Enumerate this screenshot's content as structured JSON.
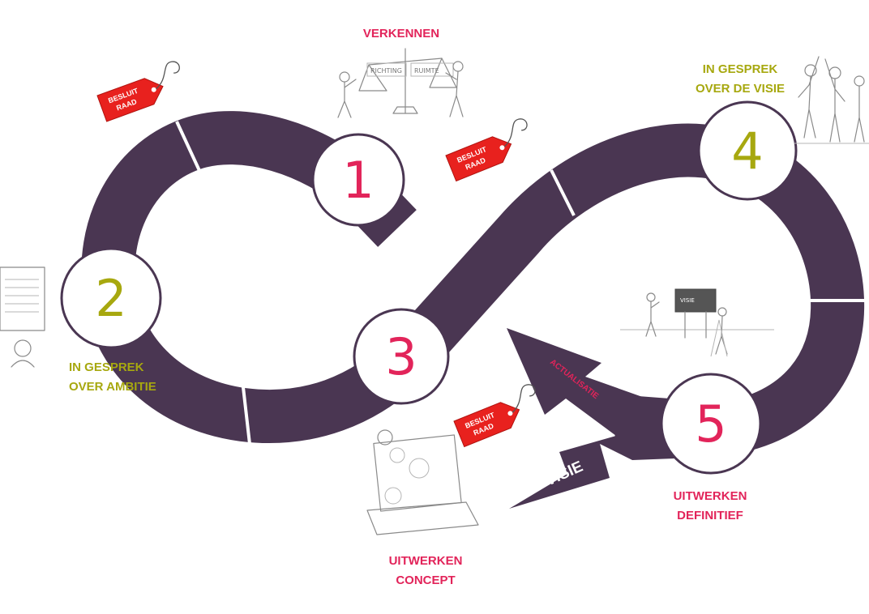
{
  "colors": {
    "track": "#4a3652",
    "pink": "#e2245a",
    "olive": "#a7a80f",
    "tag": "#e8211e"
  },
  "steps": [
    {
      "number": "1",
      "color": "pink",
      "label_lines": [
        "VERKENNEN"
      ]
    },
    {
      "number": "2",
      "color": "olive",
      "label_lines": [
        "IN GESPREK",
        "OVER AMBITIE"
      ]
    },
    {
      "number": "3",
      "color": "pink",
      "label_lines": [
        "UITWERKEN",
        "CONCEPT"
      ]
    },
    {
      "number": "4",
      "color": "olive",
      "label_lines": [
        "IN GESPREK",
        "OVER DE VISIE"
      ]
    },
    {
      "number": "5",
      "color": "pink",
      "label_lines": [
        "UITWERKEN",
        "DEFINITIEF"
      ]
    }
  ],
  "tags": [
    {
      "line1": "BESLUIT",
      "line2": "RAAD"
    },
    {
      "line1": "BESLUIT",
      "line2": "RAAD"
    },
    {
      "line1": "BESLUIT",
      "line2": "RAAD"
    }
  ],
  "arrow": {
    "actualisatie": "ACTUALISATIE",
    "visie": "VISIE"
  },
  "sketches": {
    "scale_left": "RICHTING",
    "scale_right": "RUIMTE",
    "board": "VISIE"
  },
  "icons": [
    "scale-sketch-icon",
    "people-sketch-icon",
    "document-sketch-icon",
    "laptop-sketch-icon",
    "presentation-sketch-icon"
  ]
}
